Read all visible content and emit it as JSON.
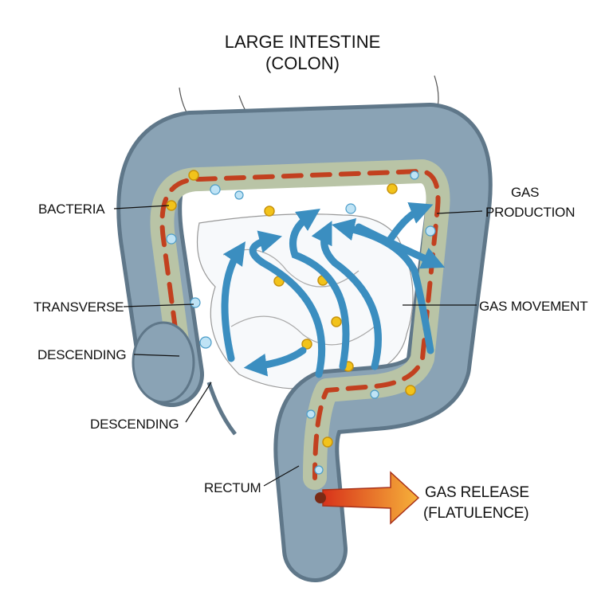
{
  "title": {
    "line1": "LARGE INTESTINE",
    "line2": "(COLON)"
  },
  "labels": {
    "bacteria": "BACTERIA",
    "transverse": "TRANSVERSE",
    "descending_1": "DESCENDING",
    "descending_2": "DESCENDING",
    "rectum": "RECTUM",
    "gas_production_1": "GAS",
    "gas_production_2": "PRODUCTION",
    "gas_movement": "GAS MOVEMENT",
    "gas_release_1": "GAS RELEASE",
    "gas_release_2": "(FLATULENCE)"
  },
  "colors": {
    "colon": "#7f98ab",
    "arrow": "#3b8ec0",
    "bacteria": "#f2c31b",
    "release": "#e8541c"
  }
}
